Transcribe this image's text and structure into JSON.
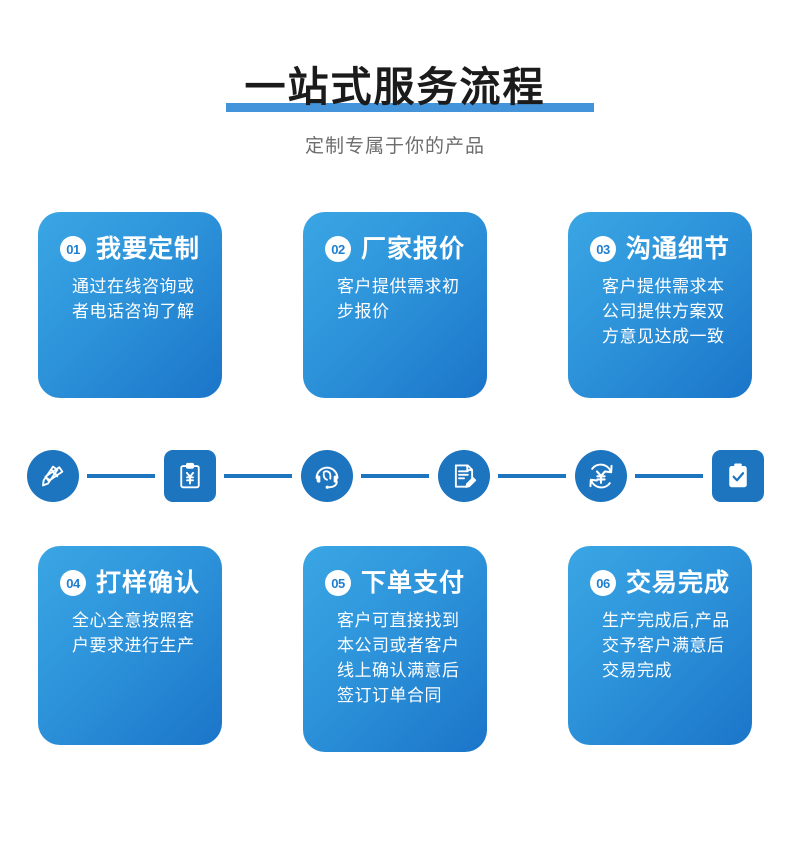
{
  "header": {
    "title": "一站式服务流程",
    "subtitle": "定制专属于你的产品",
    "rule_color": "#4494db",
    "title_color": "#1b1b1b",
    "subtitle_color": "#6d6d6d"
  },
  "theme": {
    "card_gradient_start": "#3aa6e4",
    "card_gradient_end": "#1b75c9",
    "icon_blue": "#1d74bf",
    "badge_text_color": "#1f7fcf"
  },
  "steps": [
    {
      "number": "01",
      "title": "我要定制",
      "body": "通过在线咨询或者电话咨询了解"
    },
    {
      "number": "02",
      "title": "厂家报价",
      "body": "客户提供需求初步报价"
    },
    {
      "number": "03",
      "title": "沟通细节",
      "body": "客户提供需求本公司提供方案双方意见达成一致"
    },
    {
      "number": "04",
      "title": "打样确认",
      "body": "全心全意按照客户要求进行生产"
    },
    {
      "number": "05",
      "title": "下单支付",
      "body": "客户可直接找到本公司或者客户线上确认满意后签订订单合同"
    },
    {
      "number": "06",
      "title": "交易完成",
      "body": "生产完成后,产品交予客户满意后交易完成"
    }
  ],
  "rail": {
    "icons": [
      {
        "name": "design-pen-ruler-icon",
        "shape": "circle"
      },
      {
        "name": "clipboard-yuan-quote-icon",
        "shape": "rounded"
      },
      {
        "name": "headset-support-icon",
        "shape": "circle"
      },
      {
        "name": "document-signing-icon",
        "shape": "circle"
      },
      {
        "name": "yuan-payment-refresh-icon",
        "shape": "circle"
      },
      {
        "name": "clipboard-check-complete-icon",
        "shape": "rounded"
      }
    ],
    "connector_count": 5
  }
}
